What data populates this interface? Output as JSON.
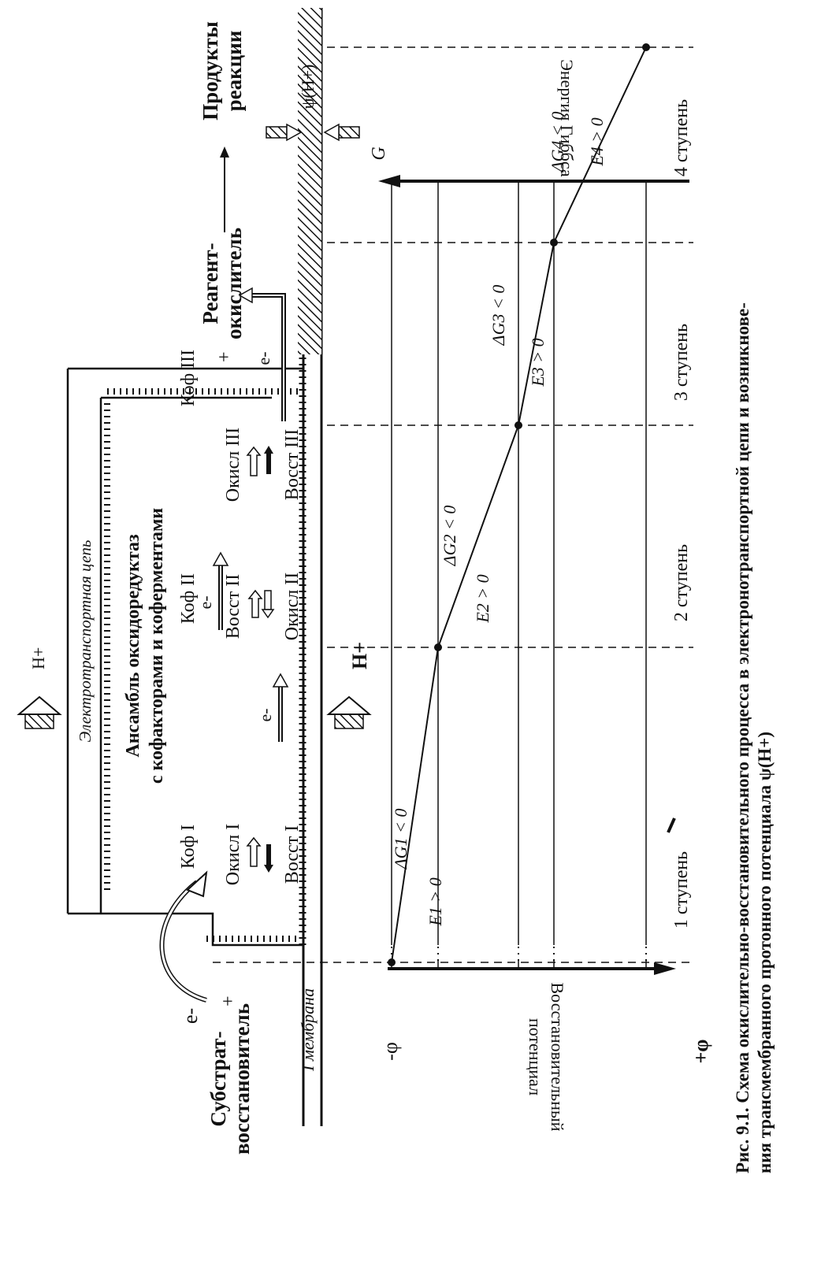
{
  "colors": {
    "ink": "#111111",
    "background": "#ffffff"
  },
  "labels": {
    "substrate": "Субстрат-",
    "substrate2": "восстановитель",
    "membrane": "I мембрана",
    "electron": "e-",
    "plus": "+",
    "chain": "Электротранспортная цепь",
    "ensemble": "Ансамбль оксидоредуктаз",
    "ensemble2": "с кофакторами и коферментами",
    "h_plus": "H+",
    "reagent": "Реагент-",
    "reagent2": "окислитель",
    "products": "Продукты",
    "products2": "реакции",
    "psi": "ψ(H+)",
    "g_axis": "G",
    "gibbs": "Энергия Гиббса",
    "potential": "Восстановительный",
    "potential2": "потенциал",
    "minus_phi": "-φ",
    "plus_phi": "+φ"
  },
  "cofactors": [
    {
      "name": "Коф I",
      "ox": "Окисл I",
      "red": "Восст I"
    },
    {
      "name": "Коф II",
      "ox": "Окисл II",
      "red": "Восст II"
    },
    {
      "name": "Коф III",
      "ox": "Окисл III",
      "red": "Восст III"
    }
  ],
  "steps": [
    {
      "label": "1 ступень",
      "e": "E1 > 0",
      "dg": "ΔG1 < 0"
    },
    {
      "label": "2 ступень",
      "e": "E2 > 0",
      "dg": "ΔG2 < 0"
    },
    {
      "label": "3 ступень",
      "e": "E3 > 0",
      "dg": "ΔG3 < 0"
    },
    {
      "label": "4 ступень",
      "e": "E4 > 0",
      "dg": "ΔG4 < 0"
    }
  ],
  "caption": {
    "line1": "Рис. 9.1. Схема окислительно-восстановительного процесса в электронотранспортной цепи и возникнове-",
    "line2": "ния трансмембранного протонного потенциала ψ(H+)"
  }
}
